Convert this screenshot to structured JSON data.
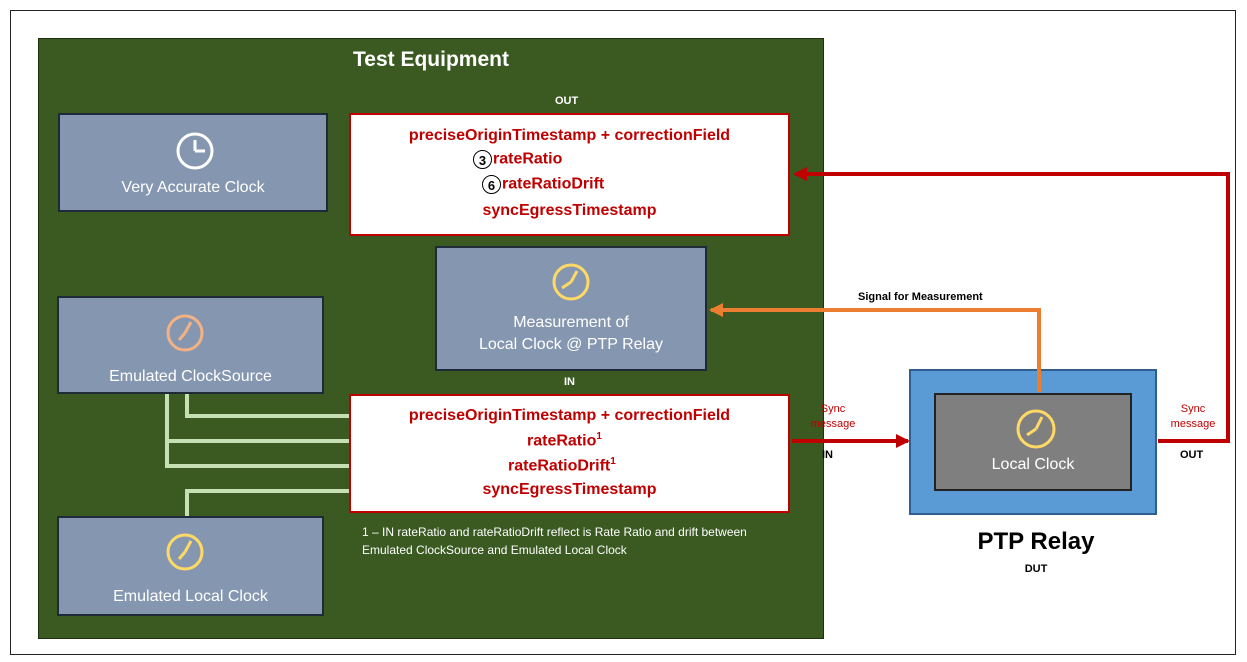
{
  "title": "Test Equipment",
  "clocks": {
    "very_accurate": "Very Accurate Clock",
    "measurement": "Measurement of\nLocal Clock @ PTP Relay",
    "clock_source": "Emulated ClockSource",
    "local_emulated": "Emulated Local Clock",
    "local": "Local Clock"
  },
  "out_label": "OUT",
  "in_label": "IN",
  "out_fields": {
    "line1": "preciseOriginTimestamp + correctionField",
    "n3": "3",
    "line2": "rateRatio",
    "n6": "6",
    "line3": "rateRatioDrift",
    "line4": "syncEgressTimestamp"
  },
  "in_fields": {
    "line1": "preciseOriginTimestamp + correctionField",
    "line2": "rateRatio",
    "line3": "rateRatioDrift",
    "sup": "1",
    "line4": "syncEgressTimestamp"
  },
  "signal_label": "Signal for Measurement",
  "sync_message": "Sync\nmessage",
  "port_in": "IN",
  "port_out": "OUT",
  "footnote": "1 – IN rateRatio and rateRatioDrift reflect is Rate Ratio and drift between Emulated ClockSource and Emulated Local Clock",
  "relay_title": "PTP Relay",
  "relay_sub": "DUT",
  "colors": {
    "panel": "#3a5a22",
    "box": "#8597b0",
    "red": "#c00000",
    "orange": "#ed7d31",
    "green_line": "#c6e0b4",
    "blue": "#5b9bd5"
  }
}
